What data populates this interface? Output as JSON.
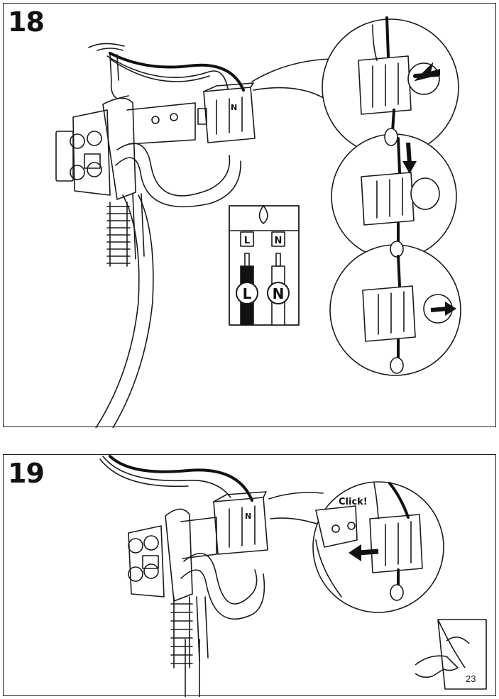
{
  "steps": [
    {
      "number": "18"
    },
    {
      "number": "19"
    }
  ],
  "wiring_legend": {
    "terminal_live": "L",
    "terminal_neutral": "N",
    "wire_live": "L",
    "wire_neutral": "N"
  },
  "connector_mark": "N",
  "click_text": "Click!",
  "page_number": "23",
  "icons": [
    "arrow-left-icon",
    "arrow-down-icon",
    "arrow-right-icon",
    "page-turn-hand-icon"
  ],
  "colors": {
    "line": "#1a1a1a",
    "live_wire": "#111111",
    "neutral_wire": "#ffffff"
  }
}
